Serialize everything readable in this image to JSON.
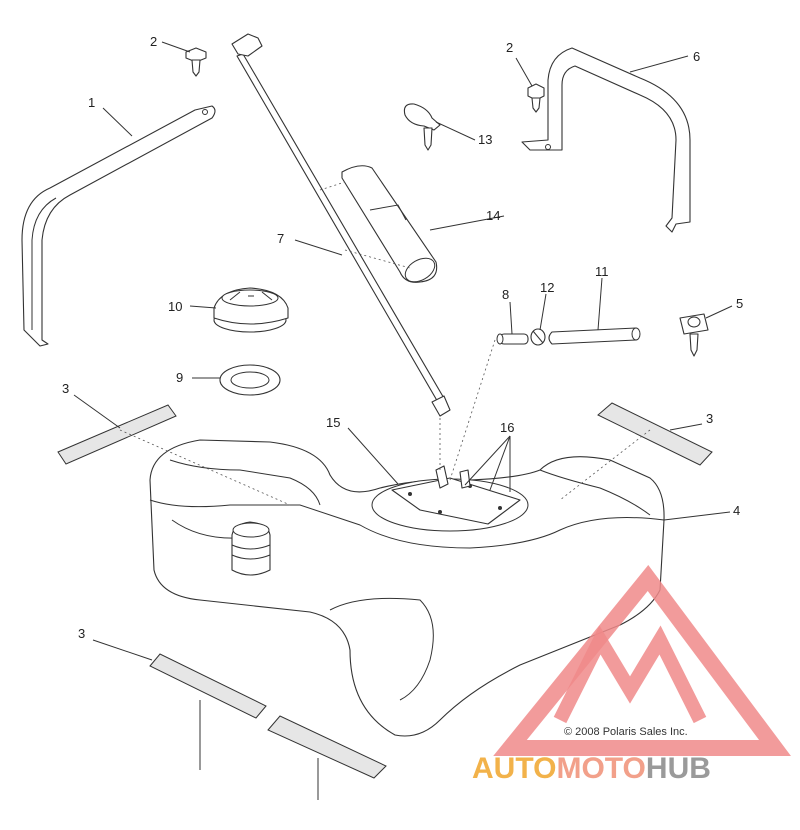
{
  "callouts": [
    {
      "id": "1"
    },
    {
      "id": "2"
    },
    {
      "id": "2"
    },
    {
      "id": "3"
    },
    {
      "id": "3"
    },
    {
      "id": "3"
    },
    {
      "id": "4"
    },
    {
      "id": "5"
    },
    {
      "id": "6"
    },
    {
      "id": "7"
    },
    {
      "id": "8"
    },
    {
      "id": "9"
    },
    {
      "id": "10"
    },
    {
      "id": "11"
    },
    {
      "id": "12"
    },
    {
      "id": "13"
    },
    {
      "id": "14"
    },
    {
      "id": "15"
    },
    {
      "id": "16"
    }
  ],
  "copyright": "© 2008 Polaris Sales Inc.",
  "watermark": {
    "part1": "AUTO",
    "part2": "MOTO",
    "part3": "HUB",
    "colors": {
      "part1": "#f2b24a",
      "part2": "#f2a08a",
      "part3": "#9a9a9a",
      "logo": "#f08a8a"
    }
  }
}
